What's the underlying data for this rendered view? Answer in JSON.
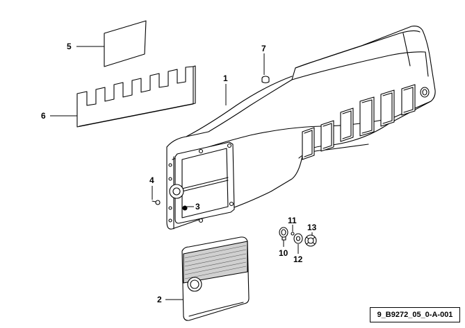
{
  "callouts": {
    "c1": "1",
    "c2": "2",
    "c3": "3",
    "c4": "4",
    "c5": "5",
    "c6": "6",
    "c7": "7",
    "c10": "10",
    "c11": "11",
    "c12": "12",
    "c13": "13"
  },
  "reference_code": "9_B9272_05_0-A-001",
  "colors": {
    "line": "#000000",
    "background": "#ffffff",
    "shade": "#d9d9d9"
  }
}
